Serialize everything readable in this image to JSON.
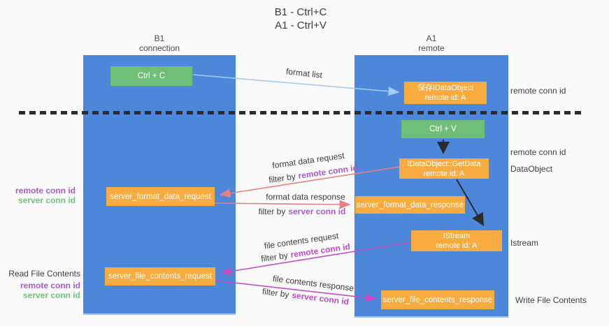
{
  "title": {
    "line1": "B1 - Ctrl+C",
    "line2": "A1 - Ctrl+V"
  },
  "lanes": {
    "b1": {
      "name": "B1",
      "subtitle": "connection"
    },
    "a1": {
      "name": "A1",
      "subtitle": "remote"
    }
  },
  "boxes": {
    "ctrl_c": {
      "label": "Ctrl + C"
    },
    "save_dataobject": {
      "line1": "保存IDataObject",
      "line2": "remote id: A"
    },
    "ctrl_v": {
      "label": "Ctrl + V"
    },
    "getdata": {
      "line1": "IDataObject::GetData",
      "line2": "remote id: A"
    },
    "format_request": {
      "label": "server_format_data_request"
    },
    "format_response": {
      "label": "server_format_data_response"
    },
    "istream": {
      "line1": "IStream",
      "line2": "remote id: A"
    },
    "file_request": {
      "label": "server_file_contents_request"
    },
    "file_response": {
      "label": "server_file_contents_response"
    }
  },
  "arrow_labels": {
    "format_list": "format list",
    "format_request": "format data request",
    "format_request_filter_prefix": "filter by",
    "format_request_filter_value": "remote conn id",
    "format_response": "format data response",
    "format_response_filter_prefix": "filter by",
    "format_response_filter_value": "server conn id",
    "file_request": "file contents request",
    "file_request_filter_prefix": "filter by",
    "file_request_filter_value": "remote conn id",
    "file_response": "file contents response",
    "file_response_filter_prefix": "filter by",
    "file_response_filter_value": "server conn id"
  },
  "side_labels": {
    "left_format_remote": "remote conn id",
    "left_format_server": "server conn id",
    "left_file_title": "Read File Contents",
    "left_file_remote": "remote conn id",
    "left_file_server": "server conn id",
    "right_save_remote": "remote conn id",
    "right_ctrlv_remote": "remote conn id",
    "right_dataobject": "DataObject",
    "right_istream": "Istream",
    "right_write_file": "Write File Contents"
  },
  "colors": {
    "lane_blue": "#4C87D9",
    "box_green": "#71BE78",
    "box_orange": "#F8AC40",
    "arrow_blue": "#A5CBEF",
    "arrow_red": "#E88080",
    "arrow_magenta": "#C44EC8",
    "arrow_black": "#2B2B2B",
    "text_purple": "#A85BC8",
    "text_magenta": "#C04AC8",
    "text_green": "#72C278",
    "text_dark": "#3C3C3C"
  }
}
